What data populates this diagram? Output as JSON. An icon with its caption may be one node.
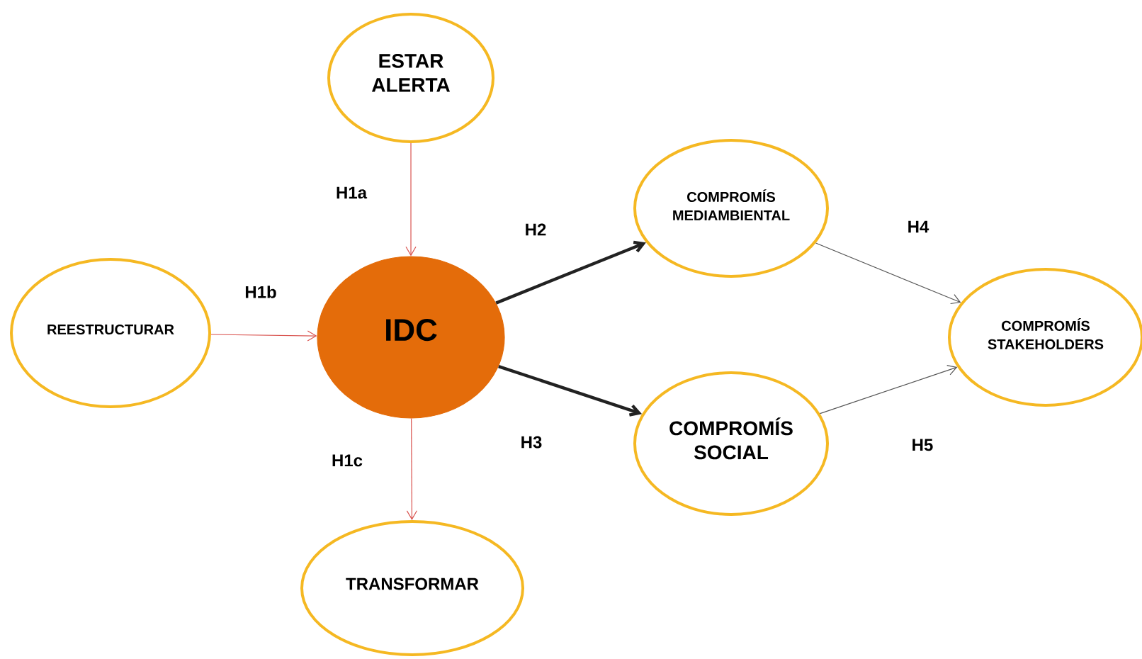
{
  "diagram": {
    "nodes": [
      {
        "text": [
          "ESTAR ALERTA"
        ]
      },
      {
        "text": [
          "REESTRUCTURAR"
        ]
      },
      {
        "text": [
          "IDC"
        ]
      },
      {
        "text": [
          "TRANSFORMAR"
        ]
      },
      {
        "text": [
          "COMPROMÍS MEDIAMBIENTAL"
        ]
      },
      {
        "text": [
          "COMPROMÍS SOCIAL"
        ]
      },
      {
        "text": [
          "COMPROMÍS STAKEHOLDERS"
        ]
      }
    ],
    "edges": [
      {
        "from": 0,
        "to": 2,
        "arrow": "to",
        "label": "H1a",
        "color": "#d9534f"
      },
      {
        "from": 1,
        "to": 2,
        "arrow": "to",
        "label": "H1b",
        "color": "#d9534f"
      },
      {
        "from": 2,
        "to": 3,
        "arrow": "to",
        "label": "H1c",
        "color": "#d9534f"
      },
      {
        "from": 2,
        "to": 4,
        "arrow": "to",
        "label": "H2",
        "style": "thick",
        "color": "#222222"
      },
      {
        "from": 2,
        "to": 5,
        "arrow": "to",
        "label": "H3",
        "style": "thick",
        "color": "#222222"
      },
      {
        "from": 4,
        "to": 6,
        "arrow": "to",
        "label": "H4",
        "color": "#555555"
      },
      {
        "from": 5,
        "to": 6,
        "arrow": "to",
        "label": "H5",
        "color": "#555555"
      }
    ]
  }
}
